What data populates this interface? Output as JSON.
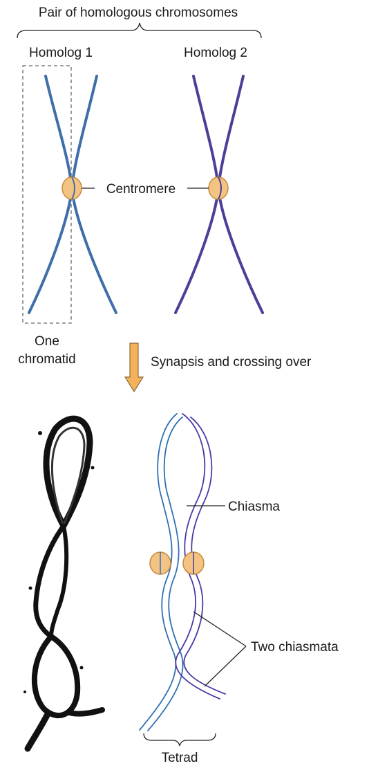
{
  "labels": {
    "pair_title": "Pair of homologous chromosomes",
    "homolog_1": "Homolog 1",
    "homolog_2": "Homolog 2",
    "centromere": "Centromere",
    "one_chromatid_line1": "One",
    "one_chromatid_line2": "chromatid",
    "process": "Synapsis and crossing over",
    "chiasma": "Chiasma",
    "two_chiasmata": "Two chiasmata",
    "tetrad": "Tetrad"
  },
  "colors": {
    "homolog_1": "#3f6ea8",
    "homolog_2": "#4b3f98",
    "centromere_fill": "#f3c383",
    "centromere_stroke": "#c48a3c",
    "arrow_fill": "#f4b25a",
    "micrograph": "#111111",
    "tetrad_strand_blue": "#2f6fb5",
    "tetrad_strand_purple": "#4a3aa5"
  }
}
